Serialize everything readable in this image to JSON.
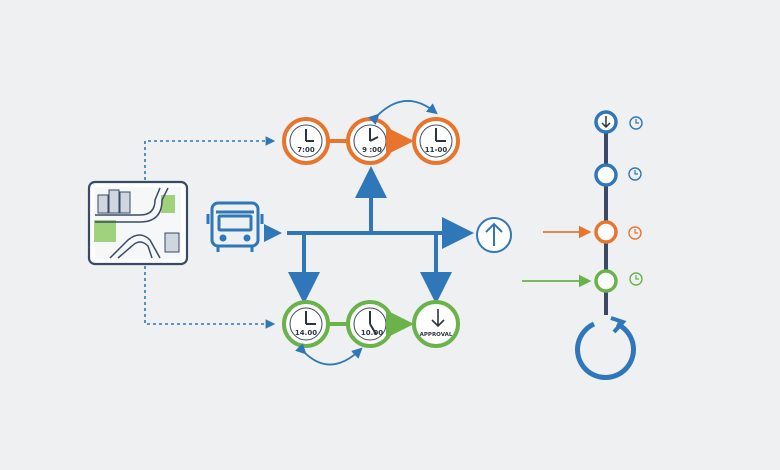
{
  "colors": {
    "background": "#eef0f1",
    "blue": "#2f77b8",
    "orange": "#e8752e",
    "green": "#6ab34a",
    "navy": "#3a4a66",
    "clock_face": "#ffffff",
    "map_green": "#9fd27a"
  },
  "top_clocks": [
    {
      "label": "7:00"
    },
    {
      "label": "9 :00"
    },
    {
      "label": "11-00"
    }
  ],
  "bottom_clocks": [
    {
      "label": "14.00"
    },
    {
      "label": "10.00"
    },
    {
      "label": "APPROVAL"
    }
  ],
  "icons": {
    "map": "city-map-icon",
    "bus": "bus-icon",
    "upload": "arrow-up-circle-icon",
    "refresh": "refresh-cycle-icon",
    "small_clock": "clock-icon"
  },
  "timeline": [
    {
      "color": "blue",
      "icon": "arrow-down"
    },
    {
      "color": "blue",
      "icon": "none"
    },
    {
      "color": "orange",
      "icon": "none"
    },
    {
      "color": "green",
      "icon": "none"
    }
  ]
}
